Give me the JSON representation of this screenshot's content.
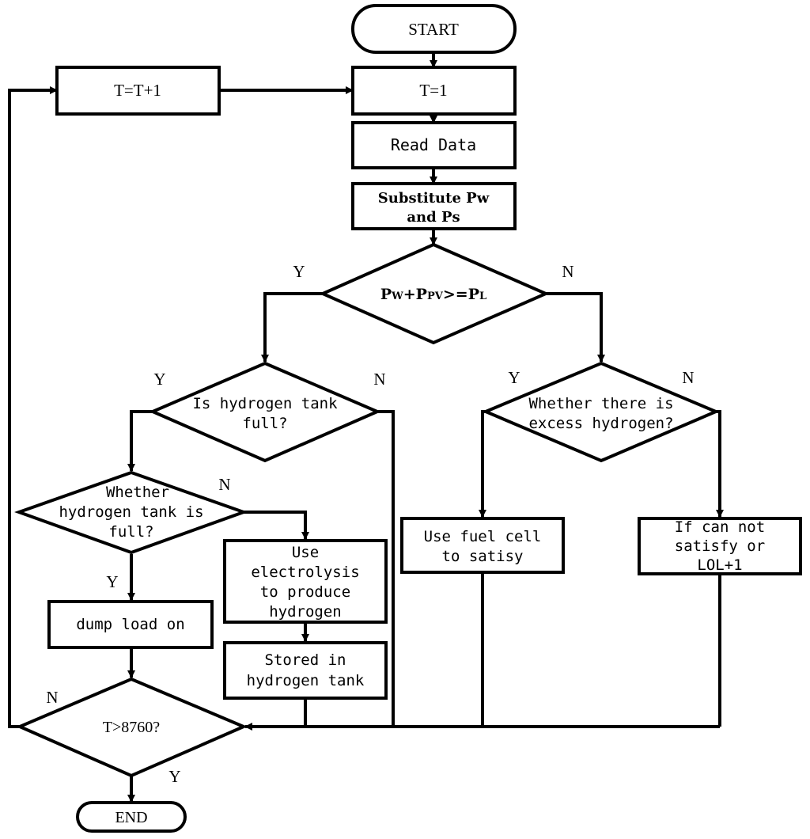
{
  "nodes": {
    "start": "START",
    "t_init": "T=1",
    "t_inc": "T=T+1",
    "read_data": "Read Data",
    "substitute_l1": "Substitute Pw",
    "substitute_l2": "and Ps",
    "power_cond_pw": "P",
    "power_cond_w": "W",
    "power_cond_plus": "+P",
    "power_cond_pv": "PV",
    "power_cond_ge": ">=P",
    "power_cond_l": "L",
    "tank_full_1_l1": "Is hydrogen tank",
    "tank_full_1_l2": "full?",
    "excess_h2_l1": "Whether there is",
    "excess_h2_l2": "excess hydrogen?",
    "tank_full_2_l1": "Whether",
    "tank_full_2_l2": "hydrogen tank is",
    "tank_full_2_l3": "full?",
    "electrolysis_l1": "Use",
    "electrolysis_l2": "electrolysis",
    "electrolysis_l3": "to produce",
    "electrolysis_l4": "hydrogen",
    "stored_l1": "Stored in",
    "stored_l2": "hydrogen tank",
    "fuel_cell_l1": "Use fuel cell",
    "fuel_cell_l2": "to satisy",
    "lol_l1": "If can not",
    "lol_l2": "satisfy or",
    "lol_l3": "LOL+1",
    "dump_load": "dump load on",
    "t_check": "T>8760?",
    "end": "END"
  },
  "branch_labels": {
    "power_yes": "Y",
    "power_no": "N",
    "tank1_yes": "Y",
    "tank1_no": "N",
    "excess_yes": "Y",
    "excess_no": "N",
    "tank2_no": "N",
    "tank2_yes": "Y",
    "tcheck_no": "N",
    "tcheck_yes": "Y"
  }
}
